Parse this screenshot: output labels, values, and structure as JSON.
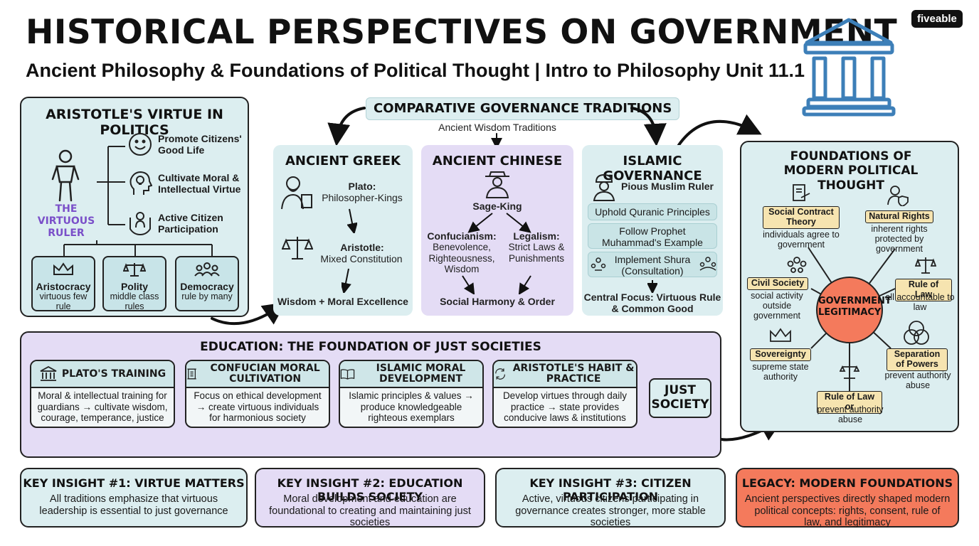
{
  "header": {
    "title": "HISTORICAL PERSPECTIVES ON GOVERNMENT",
    "subtitle": "Ancient Philosophy & Foundations of Political Thought | Intro to Philosophy Unit 11.1",
    "logo": "fiveable",
    "logo_icon": "temple-icon"
  },
  "aristotle": {
    "title": "ARISTOTLE'S VIRTUE IN POLITICS",
    "ruler": "THE VIRTUOUS RULER",
    "virtues": [
      {
        "label": "Promote Citizens' Good Life",
        "icon": "smile-icon"
      },
      {
        "label": "Cultivate Moral & Intellectual Virtue",
        "icon": "head-lightbulb-icon"
      },
      {
        "label": "Active Citizen Participation",
        "icon": "hands-person-icon"
      }
    ],
    "governments": [
      {
        "name": "Aristocracy",
        "desc": "virtuous few rule",
        "icon": "crown-icon"
      },
      {
        "name": "Polity",
        "desc": "middle class rules",
        "icon": "scales-icon"
      },
      {
        "name": "Democracy",
        "desc": "rule by many",
        "icon": "people-icon"
      }
    ]
  },
  "comparative": {
    "title": "COMPARATIVE GOVERNANCE TRADITIONS",
    "subtitle": "Ancient Wisdom Traditions",
    "greek": {
      "title": "ANCIENT GREEK",
      "plato": "Plato:",
      "plato_desc": "Philosopher-Kings",
      "aristotle": "Aristotle:",
      "aristotle_desc": "Mixed Constitution",
      "result": "Wisdom + Moral Excellence"
    },
    "chinese": {
      "title": "ANCIENT CHINESE",
      "sage": "Sage-King",
      "confucianism": "Confucianism:",
      "confucianism_desc": "Benevolence, Righteousness, Wisdom",
      "legalism": "Legalism:",
      "legalism_desc": "Strict Laws & Punishments",
      "result": "Social Harmony & Order"
    },
    "islamic": {
      "title": "ISLAMIC GOVERNANCE",
      "ruler": "Pious Muslim Ruler",
      "items": [
        "Uphold Quranic Principles",
        "Follow Prophet Muhammad's Example",
        "Implement Shura (Consultation)"
      ],
      "result": "Central Focus: Virtuous Rule & Common Good"
    }
  },
  "foundations": {
    "title": "FOUNDATIONS OF MODERN POLITICAL THOUGHT",
    "center": "GOVERNMENT LEGITIMACY",
    "nodes": [
      {
        "label": "Social Contract Theory",
        "desc": "individuals agree to government",
        "icon": "contract-icon"
      },
      {
        "label": "Natural Rights",
        "desc": "inherent rights protected by government",
        "icon": "person-shield-icon"
      },
      {
        "label": "Civil Society",
        "desc": "social activity outside government",
        "icon": "group-icon"
      },
      {
        "label": "Rule of Law",
        "desc": "all accountable to law",
        "icon": "scales-icon"
      },
      {
        "label": "Sovereignty",
        "desc": "supreme state authority",
        "icon": "crown-icon"
      },
      {
        "label": "Separation of Powers",
        "desc": "prevent authority abuse",
        "icon": "venn-icon"
      },
      {
        "label": "Rule of Law or",
        "desc": "prevent authority abuse",
        "icon": "scales-hand-icon"
      }
    ]
  },
  "education": {
    "title": "EDUCATION: THE FOUNDATION OF JUST SOCIETIES",
    "steps": [
      {
        "title": "PLATO'S TRAINING",
        "desc": "Moral & intellectual training for guardians → cultivate wisdom, courage, temperance, justice",
        "icon": "temple-icon"
      },
      {
        "title": "CONFUCIAN MORAL CULTIVATION",
        "desc": "Focus on ethical development → create virtuous individuals for harmonious society",
        "icon": "scroll-icon"
      },
      {
        "title": "ISLAMIC MORAL DEVELOPMENT",
        "desc": "Islamic principles & values → produce knowledgeable righteous exemplars",
        "icon": "book-icon"
      },
      {
        "title": "ARISTOTLE'S HABIT & PRACTICE",
        "desc": "Develop virtues through daily practice → state provides conducive laws & institutions",
        "icon": "cycle-icon"
      }
    ],
    "result": "JUST SOCIETY"
  },
  "insights": [
    {
      "title": "KEY INSIGHT #1: VIRTUE MATTERS",
      "text": "All traditions emphasize that virtuous leadership is essential to just governance"
    },
    {
      "title": "KEY INSIGHT #2: EDUCATION BUILDS SOCIETY",
      "text": "Moral development and education are foundational to creating and maintaining just societies"
    },
    {
      "title": "KEY INSIGHT #3: CITIZEN PARTICIPATION",
      "text": "Active, virtuous citizens participating in governance creates stronger, more stable societies"
    },
    {
      "title": "LEGACY: MODERN FOUNDATIONS",
      "text": "Ancient perspectives directly shaped modern political concepts: rights, consent, rule of law, and legitimacy"
    }
  ],
  "colors": {
    "teal": "#dceef0",
    "purple": "#e4dcf5",
    "orange": "#f47a5c",
    "legitimacy": "#f47a5c",
    "label_tag": "#f6e4b0",
    "ruler_text": "#7a4fc9"
  }
}
